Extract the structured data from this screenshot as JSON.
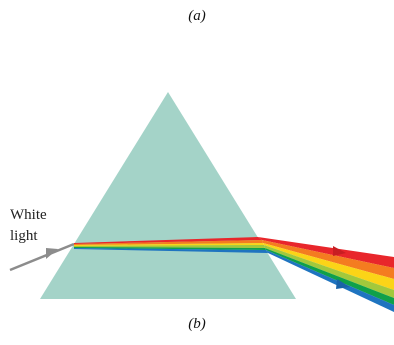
{
  "captions": {
    "top": "(a)",
    "bottom": "(b)"
  },
  "diagram": {
    "label_line1": "White",
    "label_line2": "light",
    "prism_color": "#a4d3c8",
    "incident_ray_color": "#8c8c8c",
    "spectrum_colors": [
      "#e8262b",
      "#f47c20",
      "#fbd417",
      "#a2c83c",
      "#0fa04a",
      "#1f74c0"
    ]
  }
}
